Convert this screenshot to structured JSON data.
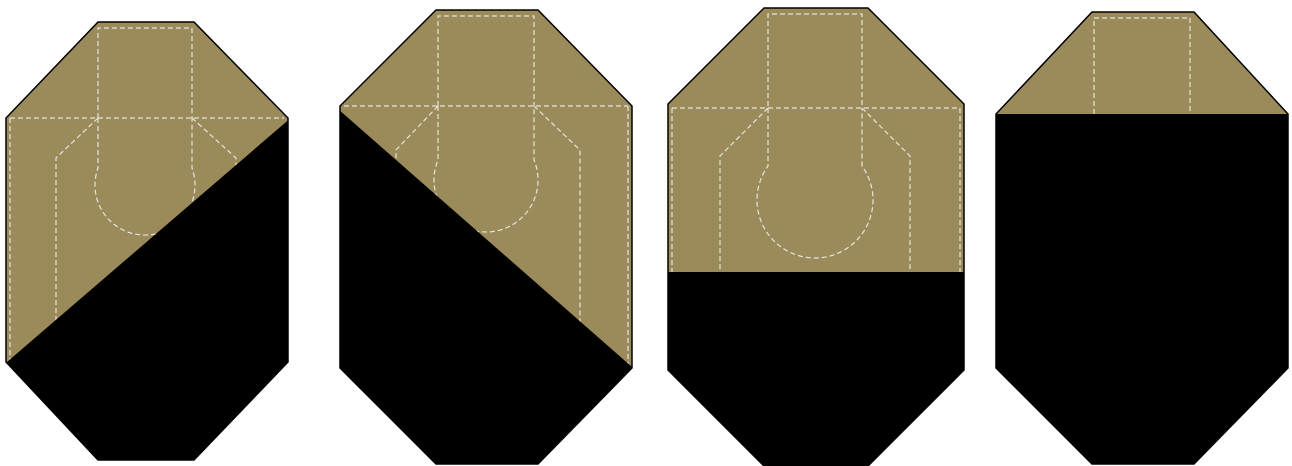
{
  "colors": {
    "background": "#ffffff",
    "cardboard": "#9b8a5a",
    "hard_cover": "#000000",
    "scoring_line": "#e8e4dc"
  },
  "targets": [
    {
      "name": "target-diagonal-lower-right",
      "cover": "diagonal-rising"
    },
    {
      "name": "target-diagonal-lower-left",
      "cover": "diagonal-falling"
    },
    {
      "name": "target-lower-third-covered",
      "cover": "horizontal-lower"
    },
    {
      "name": "target-mostly-covered",
      "cover": "horizontal-upper"
    }
  ]
}
